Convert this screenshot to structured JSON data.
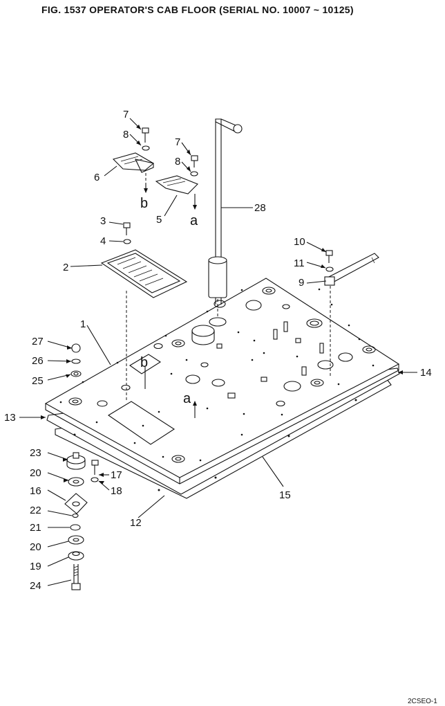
{
  "title": "FIG. 1537   OPERATOR'S CAB FLOOR (SERIAL NO. 10007 ~ 10125)",
  "drawing_ref": "2CSEO-1",
  "labels": {
    "p1": "1",
    "p2": "2",
    "p3": "3",
    "p4": "4",
    "p5": "5",
    "p6": "6",
    "p7a": "7",
    "p7b": "7",
    "p8a": "8",
    "p8b": "8",
    "p9": "9",
    "p10": "10",
    "p11": "11",
    "p12": "12",
    "p13": "13",
    "p14": "14",
    "p15": "15",
    "p16": "16",
    "p17": "17",
    "p18": "18",
    "p19": "19",
    "p20a": "20",
    "p20b": "20",
    "p21": "21",
    "p22": "22",
    "p23": "23",
    "p24": "24",
    "p25": "25",
    "p26": "26",
    "p27": "27",
    "p28": "28"
  },
  "refs": {
    "a_top": "a",
    "b_top": "b",
    "a_floor": "a",
    "b_floor": "b"
  }
}
